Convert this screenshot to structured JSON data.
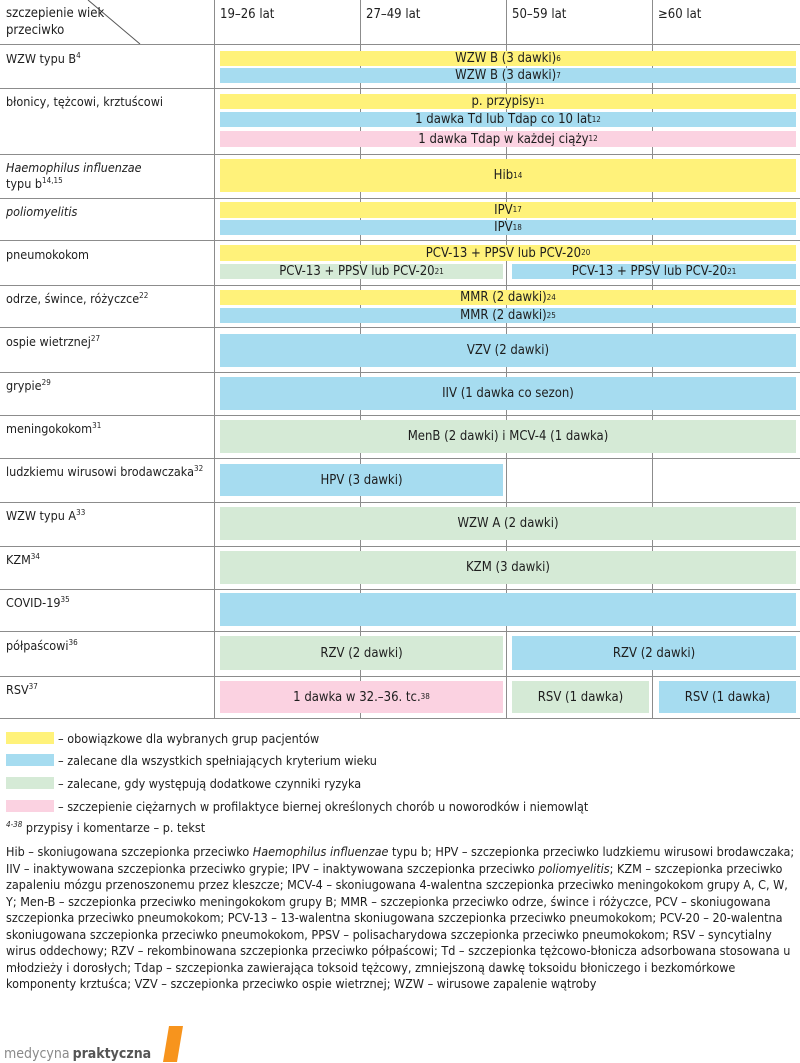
{
  "header": {
    "corner_top": "szczepienie wiek",
    "corner_bottom": "przeciwko",
    "columns": [
      "19–26 lat",
      "27–49 lat",
      "50–59 lat",
      "≥60 lat"
    ]
  },
  "rows": [
    {
      "label": "WZW typu B",
      "sup": "4",
      "bars": [
        "WZW B (3 dawki)",
        "WZW B (3 dawki)"
      ],
      "sups": [
        "6",
        "7"
      ]
    },
    {
      "label": "błonicy, tężcowi, krztuścowi",
      "bars": [
        "p. przypisy",
        "1 dawka Td lub Tdap co 10 lat",
        "1 dawka Tdap w każdej ciąży"
      ],
      "sups": [
        "11",
        "12",
        "12"
      ]
    },
    {
      "label_line1": "Haemophilus influenzae",
      "label_line2": "typu b",
      "sup": "14,15",
      "bars": [
        "Hib"
      ],
      "sups": [
        "14"
      ]
    },
    {
      "label": "poliomyelitis",
      "bars": [
        "IPV",
        "IPV"
      ],
      "sups": [
        "17",
        "18"
      ]
    },
    {
      "label": "pneumokokom",
      "bars": [
        "PCV-13 + PPSV lub PCV-20",
        "PCV-13 + PPSV lub PCV-20",
        "PCV-13 + PPSV lub PCV-20"
      ],
      "sups": [
        "20",
        "21",
        "21"
      ]
    },
    {
      "label": "odrze, śwince, różyczce",
      "sup": "22",
      "bars": [
        "MMR (2 dawki)",
        "MMR (2 dawki)"
      ],
      "sups": [
        "24",
        "25"
      ]
    },
    {
      "label": "ospie wietrznej",
      "sup": "27",
      "bars": [
        "VZV (2 dawki)"
      ]
    },
    {
      "label": "grypie",
      "sup": "29",
      "bars": [
        "IIV (1 dawka co sezon)"
      ]
    },
    {
      "label": "meningokokom",
      "sup": "31",
      "bars": [
        "MenB (2 dawki) i MCV-4 (1 dawka)"
      ]
    },
    {
      "label": "ludzkiemu wirusowi brodawczaka",
      "sup": "32",
      "bars": [
        "HPV (3 dawki)"
      ]
    },
    {
      "label": "WZW typu A",
      "sup": "33",
      "bars": [
        "WZW A (2 dawki)"
      ]
    },
    {
      "label": "KZM",
      "sup": "34",
      "bars": [
        "KZM (3 dawki)"
      ]
    },
    {
      "label": "COVID-19",
      "sup": "35",
      "bars": [
        ""
      ]
    },
    {
      "label": "półpaścowi",
      "sup": "36",
      "bars": [
        "RZV (2 dawki)",
        "RZV (2 dawki)"
      ]
    },
    {
      "label": "RSV",
      "sup": "37",
      "bars": [
        "1 dawka w 32.–36. tc.",
        "RSV (1 dawka)",
        "RSV (1 dawka)"
      ],
      "sups": [
        "38"
      ]
    }
  ],
  "legend": {
    "items": [
      {
        "color": "#fff27a",
        "text": "– obowiązkowe dla wybranych grup pacjentów"
      },
      {
        "color": "#a6dcf0",
        "text": "– zalecane dla wszystkich spełniających kryterium wieku"
      },
      {
        "color": "#d5ead6",
        "text": "– zalecane, gdy występują dodatkowe czynniki ryzyka"
      },
      {
        "color": "#fbd2e1",
        "text": "– szczepienie ciężarnych w profilaktyce biernej określonych chorób u noworodków i niemowląt"
      }
    ],
    "footnote_sup": "4-38",
    "footnote_text": "przypisy i komentarze – p. tekst"
  },
  "abbreviations": [
    {
      "t": "Hib – skoniugowana szczepionka przeciwko "
    },
    {
      "t": "Haemophilus influenzae",
      "i": true
    },
    {
      "t": " typu b; HPV – szczepionka przeciwko ludzkiemu wirusowi brodawczaka; IIV – inaktywowana szczepionka przeciwko grypie; IPV – inaktywowana szczepionka przeciwko "
    },
    {
      "t": "poliomyelitis",
      "i": true
    },
    {
      "t": "; KZM – szczepionka przeciwko zapaleniu mózgu przenoszonemu przez kleszcze; MCV-4 – skoniugowana 4-walentna szczepionka przeciwko meningokokom grupy A, C, W, Y; Men-B – szczepionka przeciwko meningokokom grupy B; MMR – szczepionka przeciwko odrze, śwince i różyczce, PCV – skoniugowana szczepionka przeciwko pneumokokom; PCV-13 – 13-walentna skoniugowana szczepionka przeciwko pneumokokom; PCV-20 – 20-walentna skoniugowana szczepionka przeciwko pneumokokom, PPSV – polisacharydowa szczepionka przeciwko pneumokokom; RSV – syncytialny wirus oddechowy; RZV – rekombinowana szczepionka przeciwko półpaścowi; Td – szczepionka tężcowo-błonicza adsorbowana stosowana u młodzieży i dorosłych; Tdap – szczepionka zawierająca toksoid tężcowy, zmniejszoną dawkę toksoidu błoniczego i bezkomórkowe komponenty krztuśca; VZV – szczepionka przeciwko ospie wietrznej; WZW – wirusowe zapalenie wątroby"
    }
  ],
  "logo": {
    "light": "medycyna",
    "bold": "praktyczna",
    "accent": "#f7941d"
  },
  "colors": {
    "yellow": "#fff27a",
    "blue": "#a6dcf0",
    "green": "#d5ead6",
    "pink": "#fbd2e1"
  }
}
